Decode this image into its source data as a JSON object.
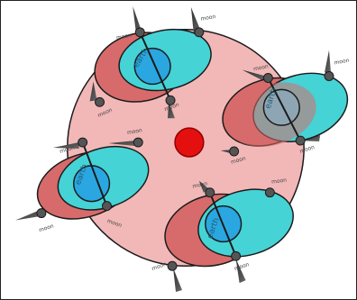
{
  "colors": {
    "orbit": "#f2b8b8",
    "sun": "#e41010",
    "earth": "#2aa7e0",
    "blue_ellipse": "#45d3d6",
    "red_ellipse": "#d76b6b",
    "outline": "#1b1b1b",
    "node": "#555555",
    "shadow": "#444444"
  },
  "labels": {
    "earth": "earth",
    "moon": "moon"
  },
  "groups": [
    {
      "earth_label": "earth",
      "moon_labels": [
        "moon",
        "moon",
        "moon",
        "moon"
      ]
    },
    {
      "earth_label": "earth",
      "moon_labels": [
        "moon",
        "moon",
        "moon",
        "moon"
      ]
    },
    {
      "earth_label": "earth",
      "moon_labels": [
        "moon",
        "moon",
        "moon",
        "moon"
      ]
    },
    {
      "earth_label": "earth",
      "moon_labels": [
        "moon",
        "moon",
        "moon",
        "moon"
      ]
    }
  ]
}
